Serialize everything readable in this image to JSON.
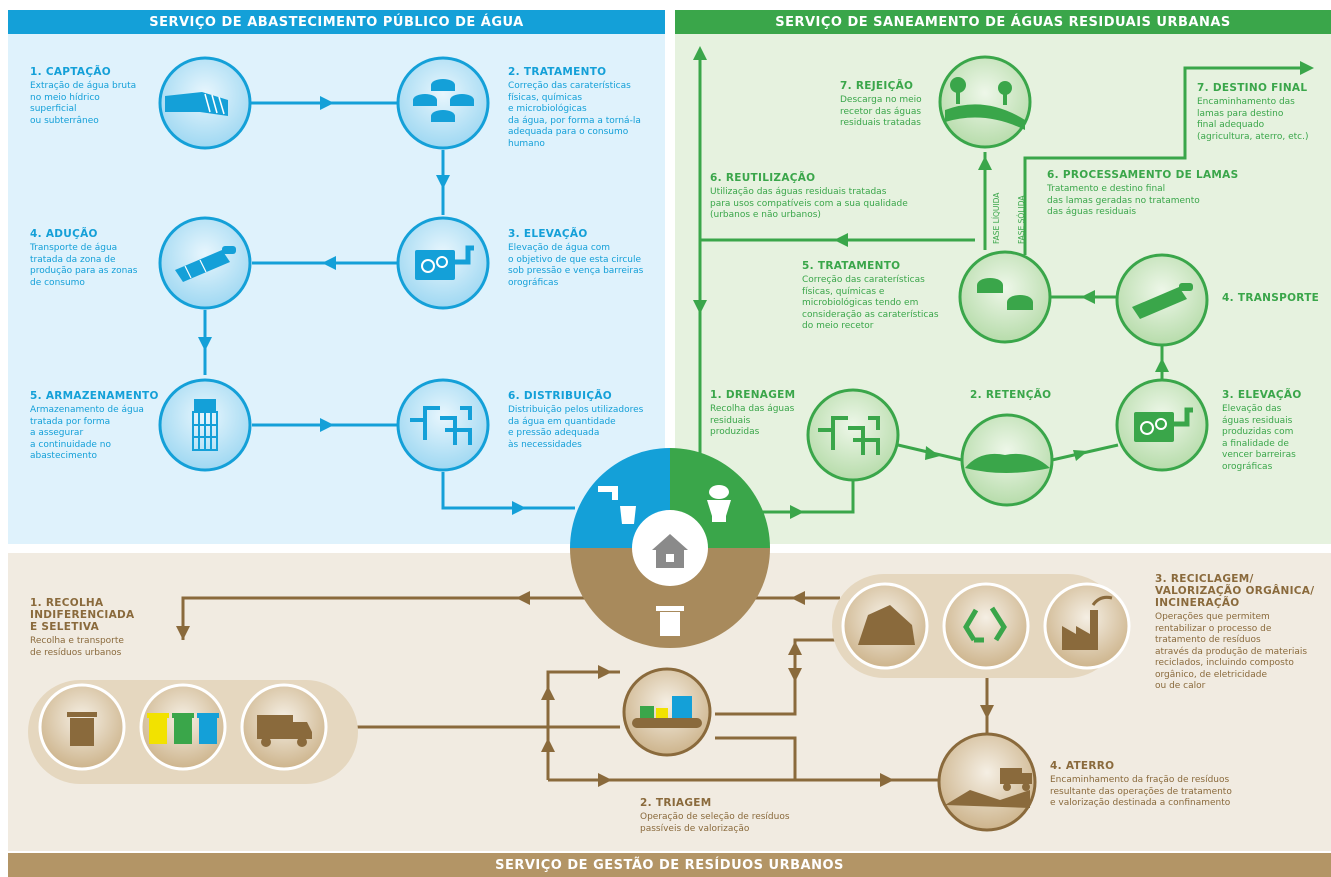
{
  "headers": {
    "water": "SERVIÇO DE ABASTECIMENTO PÚBLICO DE ÁGUA",
    "wastewater": "SERVIÇO DE SANEAMENTO DE ÁGUAS RESIDUAIS URBANAS",
    "waste": "SERVIÇO DE GESTÃO DE RESÍDUOS URBANOS"
  },
  "colors": {
    "blue": "#14a0d8",
    "blue_bg": "#dff2fc",
    "green": "#3aa64a",
    "green_bg": "#e6f2df",
    "brown": "#8a6a3c",
    "brown_bg": "#f1ebe1"
  },
  "water": {
    "captacao": {
      "title": "1. CAPTAÇÃO",
      "desc": "Extração de água bruta\nno meio hídrico\nsuperficial\nou subterrâneo",
      "icon": "water-intake-icon"
    },
    "tratamento": {
      "title": "2. TRATAMENTO",
      "desc": "Correção das caraterísticas\nfísicas, químicas\ne microbiológicas\nda água, por forma a torná-la\nadequada para o consumo\nhumano",
      "icon": "treatment-tanks-icon"
    },
    "elevacao": {
      "title": "3. ELEVAÇÃO",
      "desc": "Elevação de água com\no objetivo de que esta circule\nsob pressão e vença barreiras\norográficas",
      "icon": "pump-gears-icon"
    },
    "aducao": {
      "title": "4. ADUÇÃO",
      "desc": "Transporte de água\ntratada da zona de\nprodução para as zonas\nde consumo",
      "icon": "pipeline-icon"
    },
    "armazenamento": {
      "title": "5. ARMAZENAMENTO",
      "desc": "Armazenamento de água\ntratada por forma\na assegurar\na continuidade no\nabastecimento",
      "icon": "water-tower-icon"
    },
    "distribuicao": {
      "title": "6. DISTRIBUIÇÃO",
      "desc": "Distribuição pelos utilizadores\nda água em quantidade\ne pressão adequada\nàs necessidades",
      "icon": "pipe-network-icon"
    }
  },
  "wastewater": {
    "drenagem": {
      "title": "1. DRENAGEM",
      "desc": "Recolha das águas\nresiduais\nproduzidas",
      "icon": "pipe-network-icon"
    },
    "retencao": {
      "title": "2. RETENÇÃO",
      "desc": "",
      "icon": "retention-pond-icon"
    },
    "elevacao": {
      "title": "3. ELEVAÇÃO",
      "desc": "Elevação das\náguas residuais\nproduzidas com\na finalidade de\nvencer barreiras\norográficas",
      "icon": "pump-gears-icon"
    },
    "transporte": {
      "title": "4. TRANSPORTE",
      "desc": "",
      "icon": "pipeline-icon"
    },
    "tratamento": {
      "title": "5. TRATAMENTO",
      "desc": "Correção das caraterísticas\nfísicas, químicas e\nmicrobiológicas tendo em\nconsideração as caraterísticas\ndo meio recetor",
      "icon": "treatment-tanks-icon"
    },
    "reutilizacao": {
      "title": "6. REUTILIZAÇÃO",
      "desc": "Utilização das águas residuais tratadas\npara usos compatíveis com a sua qualidade\n(urbanos e não urbanos)"
    },
    "processamento": {
      "title": "6. PROCESSAMENTO DE LAMAS",
      "desc": "Tratamento e destino final\ndas lamas geradas no tratamento\ndas águas residuais"
    },
    "rejeicao": {
      "title": "7. REJEIÇÃO",
      "desc": "Descarga no meio\nrecetor das águas\nresiduais tratadas",
      "icon": "river-trees-icon"
    },
    "destino": {
      "title": "7. DESTINO FINAL",
      "desc": "Encaminhamento das\nlamas para destino\nfinal adequado\n(agricultura, aterro, etc.)"
    },
    "fase_liquida": "FASE LÍQUIDA",
    "fase_solida": "FASE SÓLIDA"
  },
  "waste": {
    "recolha": {
      "title": "1. RECOLHA\nINDIFERENCIADA\nE SELETIVA",
      "desc": "Recolha e transporte\nde resíduos urbanos"
    },
    "triagem": {
      "title": "2. TRIAGEM",
      "desc": "Operação de seleção de resíduos\npassíveis de valorização",
      "icon": "conveyor-belt-icon"
    },
    "reciclagem": {
      "title": "3. RECICLAGEM/\nVALORIZAÇÃO ORGÂNICA/\nINCINERAÇÃO",
      "desc": "Operações que permitem\nrentabilizar o processo de\ntratamento de resíduos\natravés da produção de materiais\nreciclados, incluindo composto\norgânico, de eletricidade\nou de calor"
    },
    "aterro": {
      "title": "4. ATERRO",
      "desc": "Encaminhamento da fração de resíduos\nresultante das operações de tratamento\ne valorização destinada a confinamento",
      "icon": "landfill-truck-icon"
    }
  },
  "hub": {
    "icons": [
      "faucet-glass-icon",
      "toilet-icon",
      "house-icon",
      "trash-bin-icon"
    ]
  }
}
